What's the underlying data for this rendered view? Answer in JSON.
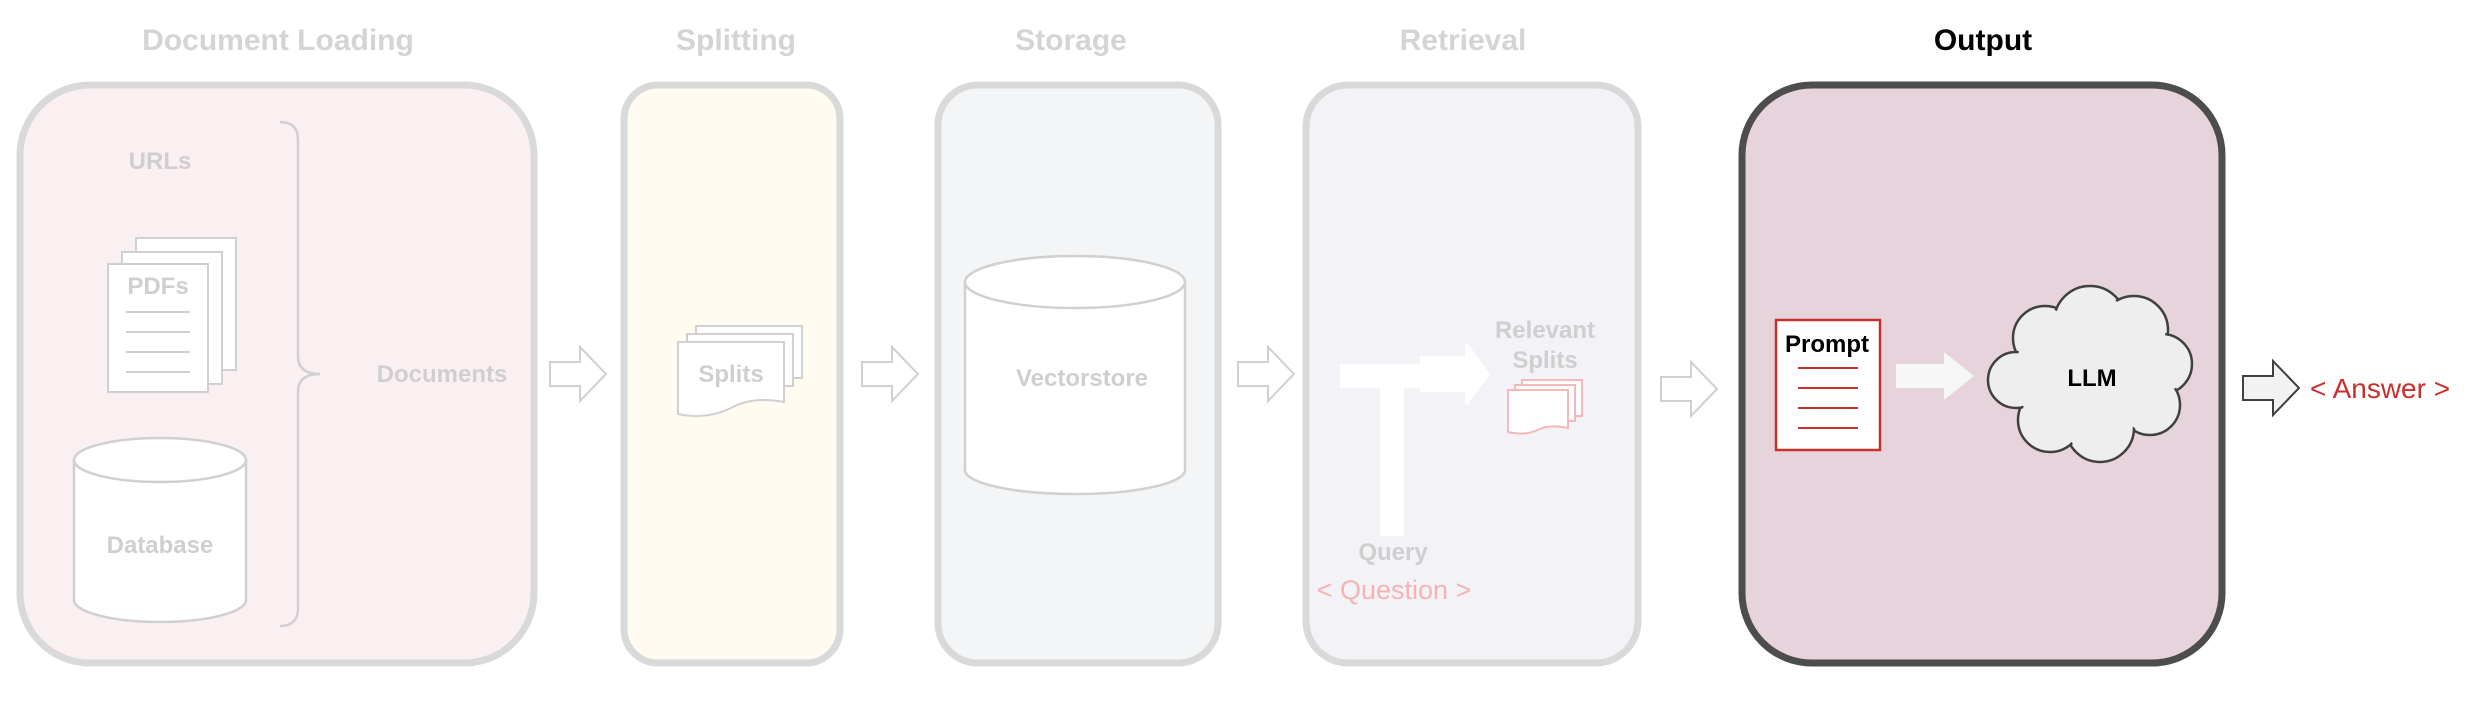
{
  "stages": {
    "loading": "Document Loading",
    "splitting": "Splitting",
    "storage": "Storage",
    "retrieval": "Retrieval",
    "output": "Output"
  },
  "labels": {
    "urls": "URLs",
    "pdfs": "PDFs",
    "database": "Database",
    "documents": "Documents",
    "splits": "Splits",
    "vectorstore": "Vectorstore",
    "relevant": "Relevant",
    "splits2": "Splits",
    "query": "Query",
    "question": "< Question >",
    "prompt": "Prompt",
    "llm": "LLM",
    "answer": "< Answer >"
  },
  "colors": {
    "faded_border": "#d9d9d9",
    "loading_fill": "#fbf0f1",
    "splitting_fill": "#fffbf0",
    "storage_fill": "#f3f5f6",
    "retrieval_fill": "#f3f2f7",
    "output_fill": "#e6d3dc",
    "output_border": "#4d4d4d",
    "accent_red": "#c9302c"
  }
}
